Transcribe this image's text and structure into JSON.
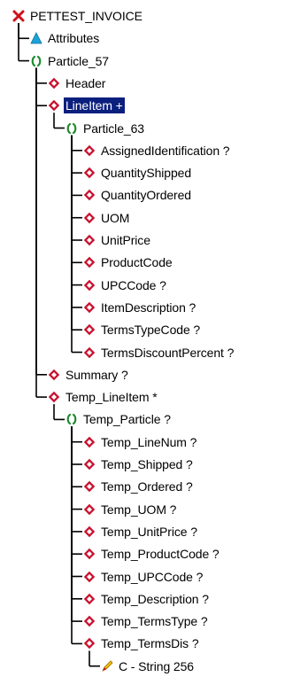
{
  "window": {
    "title": ""
  },
  "colors": {
    "selection": "#0b1f7e",
    "diamond": "#c8102e",
    "particle": "#1e8c2e",
    "attributes": "#1aa3d9",
    "root_x": "#d0101a",
    "lines": "#000000"
  },
  "tree": {
    "nodes": [
      {
        "label": "PETTEST_INVOICE",
        "icon": "red-x-icon",
        "level": 0
      },
      {
        "label": "Attributes",
        "icon": "attributes-triangle-icon",
        "level": 1
      },
      {
        "label": "Particle_57",
        "icon": "particle-icon",
        "level": 1
      },
      {
        "label": "Header",
        "icon": "element-diamond-icon",
        "level": 2
      },
      {
        "label": "LineItem +",
        "icon": "element-diamond-icon",
        "level": 2,
        "selected": true
      },
      {
        "label": "Particle_63",
        "icon": "particle-icon",
        "level": 3
      },
      {
        "label": "AssignedIdentification ?",
        "icon": "element-diamond-icon",
        "level": 4
      },
      {
        "label": "QuantityShipped",
        "icon": "element-diamond-icon",
        "level": 4
      },
      {
        "label": "QuantityOrdered",
        "icon": "element-diamond-icon",
        "level": 4
      },
      {
        "label": "UOM",
        "icon": "element-diamond-icon",
        "level": 4
      },
      {
        "label": "UnitPrice",
        "icon": "element-diamond-icon",
        "level": 4
      },
      {
        "label": "ProductCode",
        "icon": "element-diamond-icon",
        "level": 4
      },
      {
        "label": "UPCCode ?",
        "icon": "element-diamond-icon",
        "level": 4
      },
      {
        "label": "ItemDescription ?",
        "icon": "element-diamond-icon",
        "level": 4
      },
      {
        "label": "TermsTypeCode ?",
        "icon": "element-diamond-icon",
        "level": 4
      },
      {
        "label": "TermsDiscountPercent ?",
        "icon": "element-diamond-icon",
        "level": 4
      },
      {
        "label": "Summary ?",
        "icon": "element-diamond-icon",
        "level": 2
      },
      {
        "label": "Temp_LineItem *",
        "icon": "element-diamond-icon",
        "level": 2
      },
      {
        "label": "Temp_Particle ?",
        "icon": "particle-icon",
        "level": 3
      },
      {
        "label": "Temp_LineNum ?",
        "icon": "element-diamond-icon",
        "level": 4
      },
      {
        "label": "Temp_Shipped ?",
        "icon": "element-diamond-icon",
        "level": 4
      },
      {
        "label": "Temp_Ordered ?",
        "icon": "element-diamond-icon",
        "level": 4
      },
      {
        "label": "Temp_UOM ?",
        "icon": "element-diamond-icon",
        "level": 4
      },
      {
        "label": "Temp_UnitPrice ?",
        "icon": "element-diamond-icon",
        "level": 4
      },
      {
        "label": "Temp_ProductCode ?",
        "icon": "element-diamond-icon",
        "level": 4
      },
      {
        "label": "Temp_UPCCode ?",
        "icon": "element-diamond-icon",
        "level": 4
      },
      {
        "label": "Temp_Description ?",
        "icon": "element-diamond-icon",
        "level": 4
      },
      {
        "label": "Temp_TermsType ?",
        "icon": "element-diamond-icon",
        "level": 4
      },
      {
        "label": "Temp_TermsDis ?",
        "icon": "element-diamond-icon",
        "level": 4
      },
      {
        "label": "C - String 256",
        "icon": "datatype-pencil-icon",
        "level": 5
      }
    ]
  }
}
